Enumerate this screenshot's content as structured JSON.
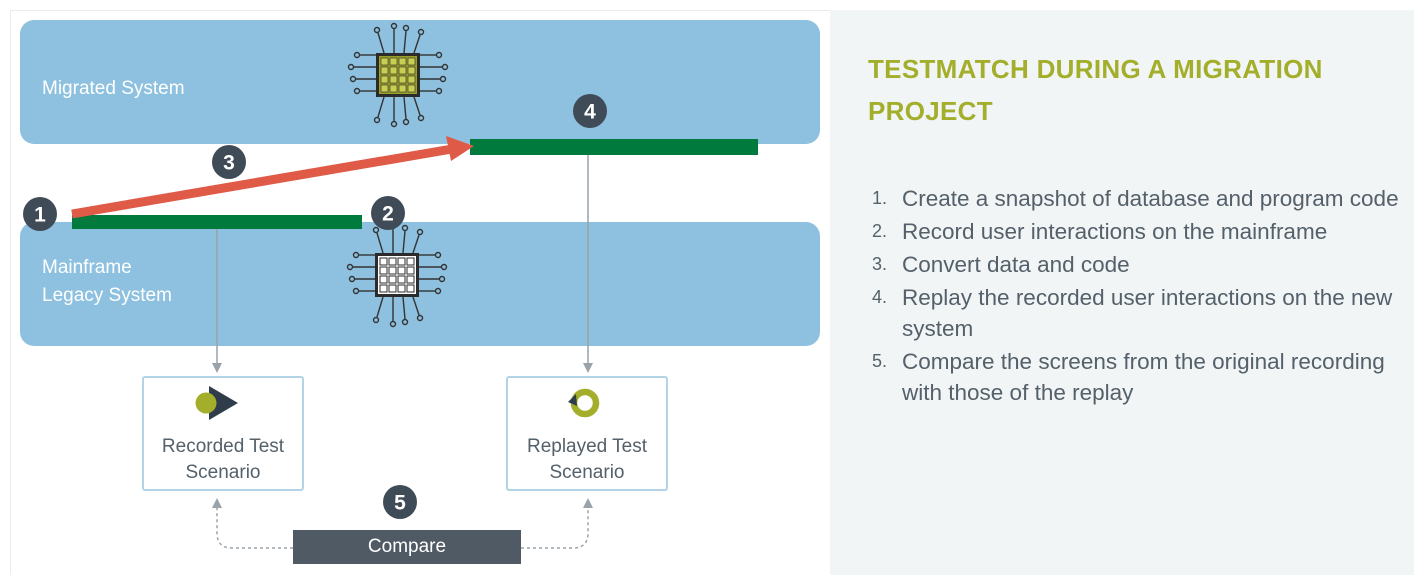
{
  "layers": {
    "migrated_label": "Migrated System",
    "legacy_label": "Mainframe\nLegacy System"
  },
  "badges": [
    "1",
    "2",
    "3",
    "4",
    "5"
  ],
  "boxes": {
    "recorded_label": "Recorded Test Scenario",
    "replayed_label": "Replayed Test Scenario"
  },
  "compare_label": "Compare",
  "panel": {
    "title": "TESTMATCH DURING A MIGRATION PROJECT",
    "steps": [
      {
        "num": "1.",
        "text": "Create a snapshot of database and program code"
      },
      {
        "num": "2.",
        "text": "Record user interactions on the mainframe"
      },
      {
        "num": "3.",
        "text": "Convert data and code"
      },
      {
        "num": "4.",
        "text": "Replay the recorded user interactions on the new system"
      },
      {
        "num": "5.",
        "text": "Compare the screens from the original recording with those of the replay"
      }
    ]
  },
  "colors": {
    "band": "#8dc1df",
    "timeline": "#007a3d",
    "arrow": "#e05a48",
    "badge": "#3f4b57",
    "title": "#a3ae2b",
    "record_icon_circle": "#a3ae2b",
    "record_icon_triangle": "#2f3d4a",
    "replay_icon": "#a3ae2b",
    "compare_bar": "#4f5a64"
  },
  "icons": {
    "migrated_chip": "chip-icon",
    "legacy_chip": "chip-icon",
    "recorded": "record-play-icon",
    "replayed": "replay-cycle-icon"
  }
}
